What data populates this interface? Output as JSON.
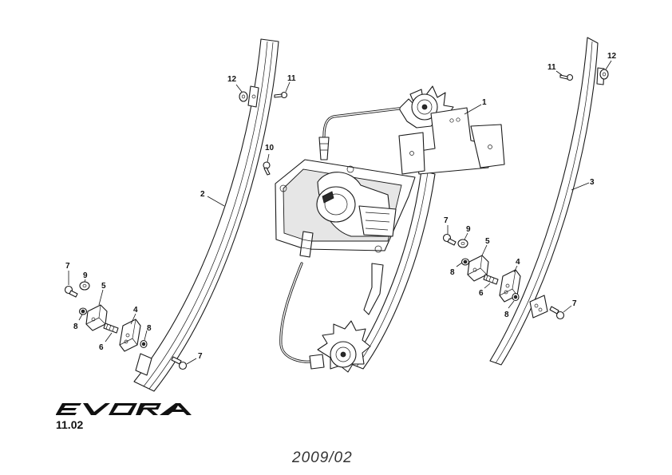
{
  "brand": {
    "name": "EVORA"
  },
  "section_number": "11.02",
  "issue_date": "2009/02",
  "callouts": [
    {
      "id": "c1",
      "label": "1"
    },
    {
      "id": "c2",
      "label": "2"
    },
    {
      "id": "c3",
      "label": "3"
    },
    {
      "id": "c4l",
      "label": "4"
    },
    {
      "id": "c4r",
      "label": "4"
    },
    {
      "id": "c5l",
      "label": "5"
    },
    {
      "id": "c5r",
      "label": "5"
    },
    {
      "id": "c6l",
      "label": "6"
    },
    {
      "id": "c6r",
      "label": "6"
    },
    {
      "id": "c7a",
      "label": "7"
    },
    {
      "id": "c7b",
      "label": "7"
    },
    {
      "id": "c7c",
      "label": "7"
    },
    {
      "id": "c7d",
      "label": "7"
    },
    {
      "id": "c8a",
      "label": "8"
    },
    {
      "id": "c8b",
      "label": "8"
    },
    {
      "id": "c8c",
      "label": "8"
    },
    {
      "id": "c8d",
      "label": "8"
    },
    {
      "id": "c9l",
      "label": "9"
    },
    {
      "id": "c9r",
      "label": "9"
    },
    {
      "id": "c10",
      "label": "10"
    },
    {
      "id": "c11l",
      "label": "11"
    },
    {
      "id": "c11r",
      "label": "11"
    },
    {
      "id": "c12l",
      "label": "12"
    },
    {
      "id": "c12r",
      "label": "12"
    }
  ]
}
